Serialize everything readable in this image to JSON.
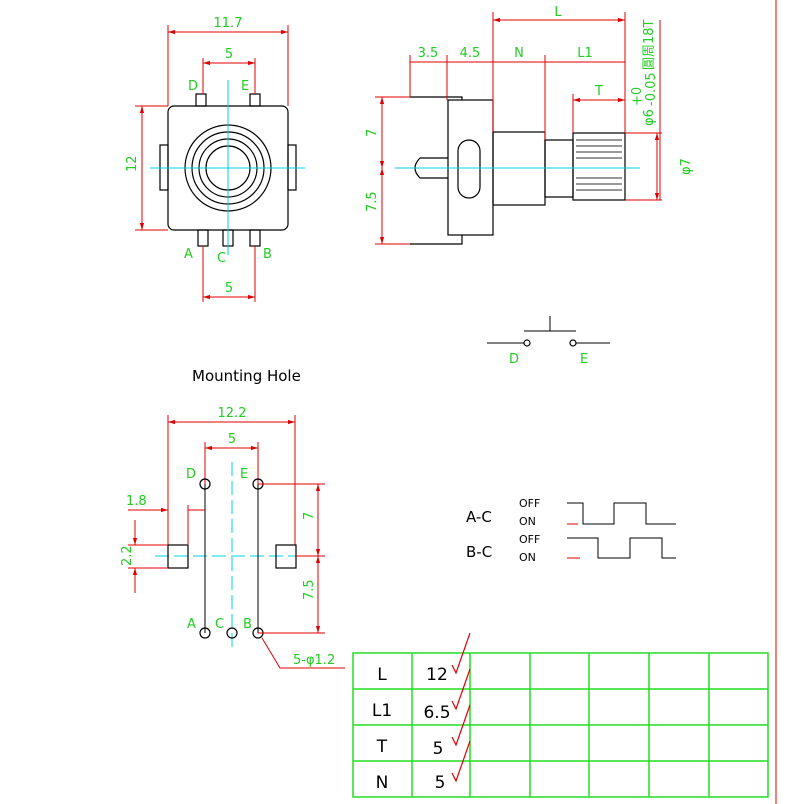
{
  "top_view": {
    "width": "11.7",
    "pin_spacing_top": "5",
    "height": "12",
    "pin_spacing_bottom": "5",
    "pins_top": [
      "D",
      "E"
    ],
    "pins_bottom": [
      "A",
      "C",
      "B"
    ]
  },
  "side_view": {
    "L": "L",
    "d1": "3.5",
    "d2": "4.5",
    "N": "N",
    "L1": "L1",
    "T": "T",
    "h1": "7",
    "h2": "7.5",
    "shaft_dia": "φ7",
    "knurl_dia": "φ6",
    "tol_upper": "+0",
    "tol_lower": "-0.05",
    "knurl_note": "圓周18T"
  },
  "switch": {
    "left": "D",
    "right": "E"
  },
  "mounting": {
    "title": "Mounting Hole",
    "width": "12.2",
    "pin_spacing": "5",
    "tab_w": "1.8",
    "tab_h": "2.2",
    "h1": "7",
    "h2": "7.5",
    "holes": "5-φ1.2",
    "labels": {
      "D": "D",
      "E": "E",
      "A": "A",
      "C": "C",
      "B": "B"
    }
  },
  "waveform": {
    "rows": [
      {
        "label": "A-C",
        "off": "OFF",
        "on": "ON"
      },
      {
        "label": "B-C",
        "off": "OFF",
        "on": "ON"
      }
    ]
  },
  "table": {
    "rows": [
      {
        "name": "L",
        "value": "12"
      },
      {
        "name": "L1",
        "value": "6.5"
      },
      {
        "name": "T",
        "value": "5"
      },
      {
        "name": "N",
        "value": "5"
      }
    ]
  },
  "colors": {
    "dimension": "#e00000",
    "text": "#22cc22",
    "center": "#00d0e0",
    "table": "#22dd22"
  }
}
